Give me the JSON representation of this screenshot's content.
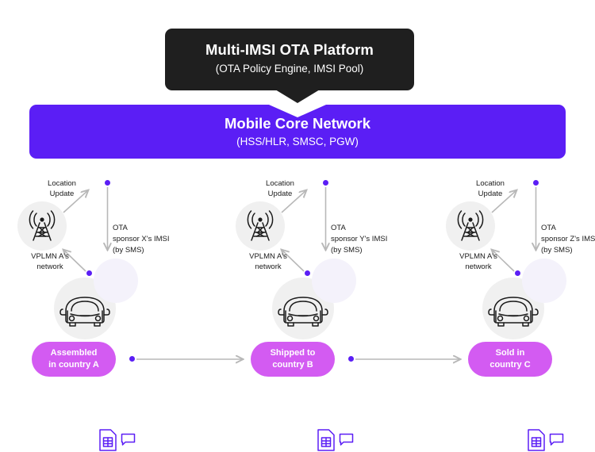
{
  "diagram": {
    "title": "Multi-IMSI OTA Platform flow",
    "platform": {
      "title": "Multi-IMSI OTA Platform",
      "subtitle": "(OTA Policy Engine, IMSI Pool)",
      "bg_color": "#1f1f1f",
      "text_color": "#ffffff"
    },
    "core_network": {
      "title": "Mobile Core Network",
      "subtitle": "(HSS/HLR,  SMSC, PGW)",
      "bg_color": "#5B1EF5",
      "text_color": "#ffffff"
    },
    "columns": [
      {
        "id": "a",
        "location_update_label": "Location\nUpdate",
        "location_update_line1": "Location",
        "location_update_line2": "Update",
        "network_label_line1": "VPLMN A's",
        "network_label_line2": "network",
        "ota_label_line1": "OTA",
        "ota_label_line2": "sponsor X's IMSI",
        "ota_label_line3": "(by SMS)",
        "tower_icon": "cell-tower-icon",
        "car_icon": "car-front-icon",
        "sim_icon": "sim-card-icon",
        "message_icon": "sms-bubble-icon"
      },
      {
        "id": "b",
        "location_update_line1": "Location",
        "location_update_line2": "Update",
        "network_label_line1": "VPLMN A's",
        "network_label_line2": "network",
        "ota_label_line1": "OTA",
        "ota_label_line2": "sponsor Y's IMSI",
        "ota_label_line3": "(by SMS)",
        "tower_icon": "cell-tower-icon",
        "car_icon": "car-front-icon",
        "sim_icon": "sim-card-icon",
        "message_icon": "sms-bubble-icon"
      },
      {
        "id": "c",
        "location_update_line1": "Location",
        "location_update_line2": "Update",
        "network_label_line1": "VPLMN A's",
        "network_label_line2": "network",
        "ota_label_line1": "OTA",
        "ota_label_line2": "sponsor Z's IMSI",
        "ota_label_line3": "(by SMS)",
        "tower_icon": "cell-tower-icon",
        "car_icon": "car-front-icon",
        "sim_icon": "sim-card-icon",
        "message_icon": "sms-bubble-icon"
      }
    ],
    "timeline": {
      "pill_color": "#D35BF2",
      "pill_text_color": "#ffffff",
      "stages": [
        {
          "line1": "Assembled",
          "line2": "in country A"
        },
        {
          "line1": "Shipped to",
          "line2": "country B"
        },
        {
          "line1": "Sold in",
          "line2": "country C"
        }
      ]
    },
    "colors": {
      "accent_purple": "#5B1EF5",
      "pill_pink": "#D35BF2",
      "dark": "#1f1f1f",
      "arrow_grey": "#b8b8b8",
      "disc_grey": "#f0f0f0"
    }
  }
}
